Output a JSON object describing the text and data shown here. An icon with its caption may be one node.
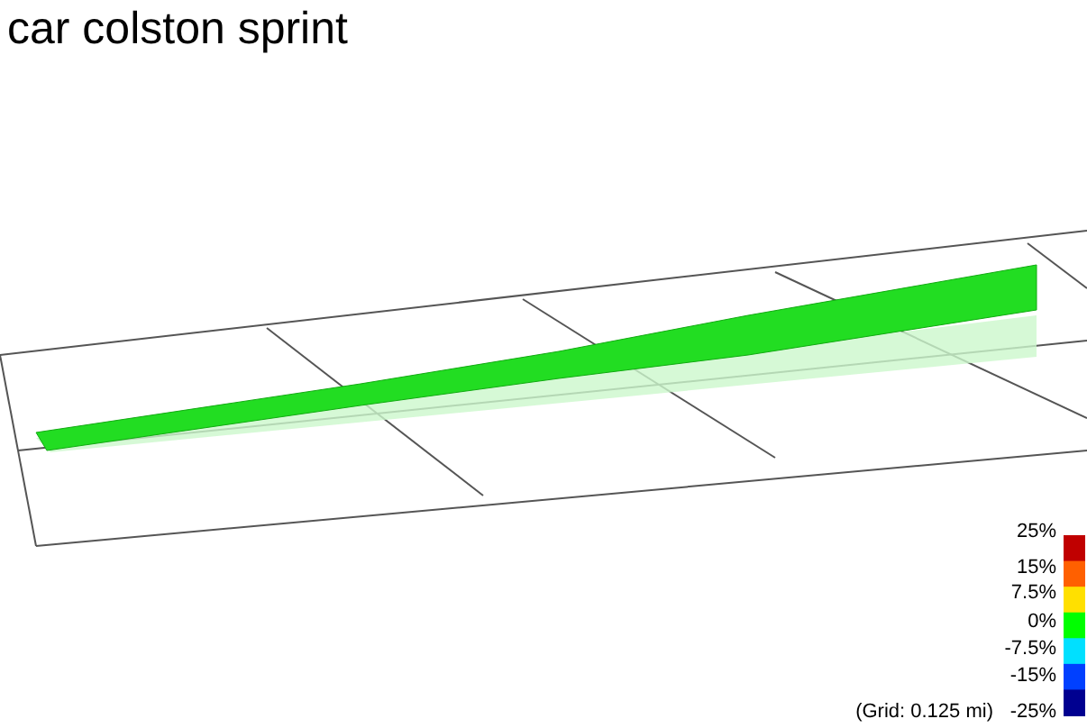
{
  "diagram": {
    "title": "car colston sprint",
    "labels": [
      "(Grid: 0.125 mi)"
    ],
    "legend": [
      {
        "text": "25%",
        "color": "#c00000"
      },
      {
        "text": "15%",
        "color": "#ff6000"
      },
      {
        "text": "7.5%",
        "color": "#ffe000"
      },
      {
        "text": "0%",
        "color": "#00ff00"
      },
      {
        "text": "-7.5%",
        "color": "#00e0ff"
      },
      {
        "text": "-15%",
        "color": "#0040ff"
      },
      {
        "text": "-25%",
        "color": "#000090"
      }
    ]
  }
}
